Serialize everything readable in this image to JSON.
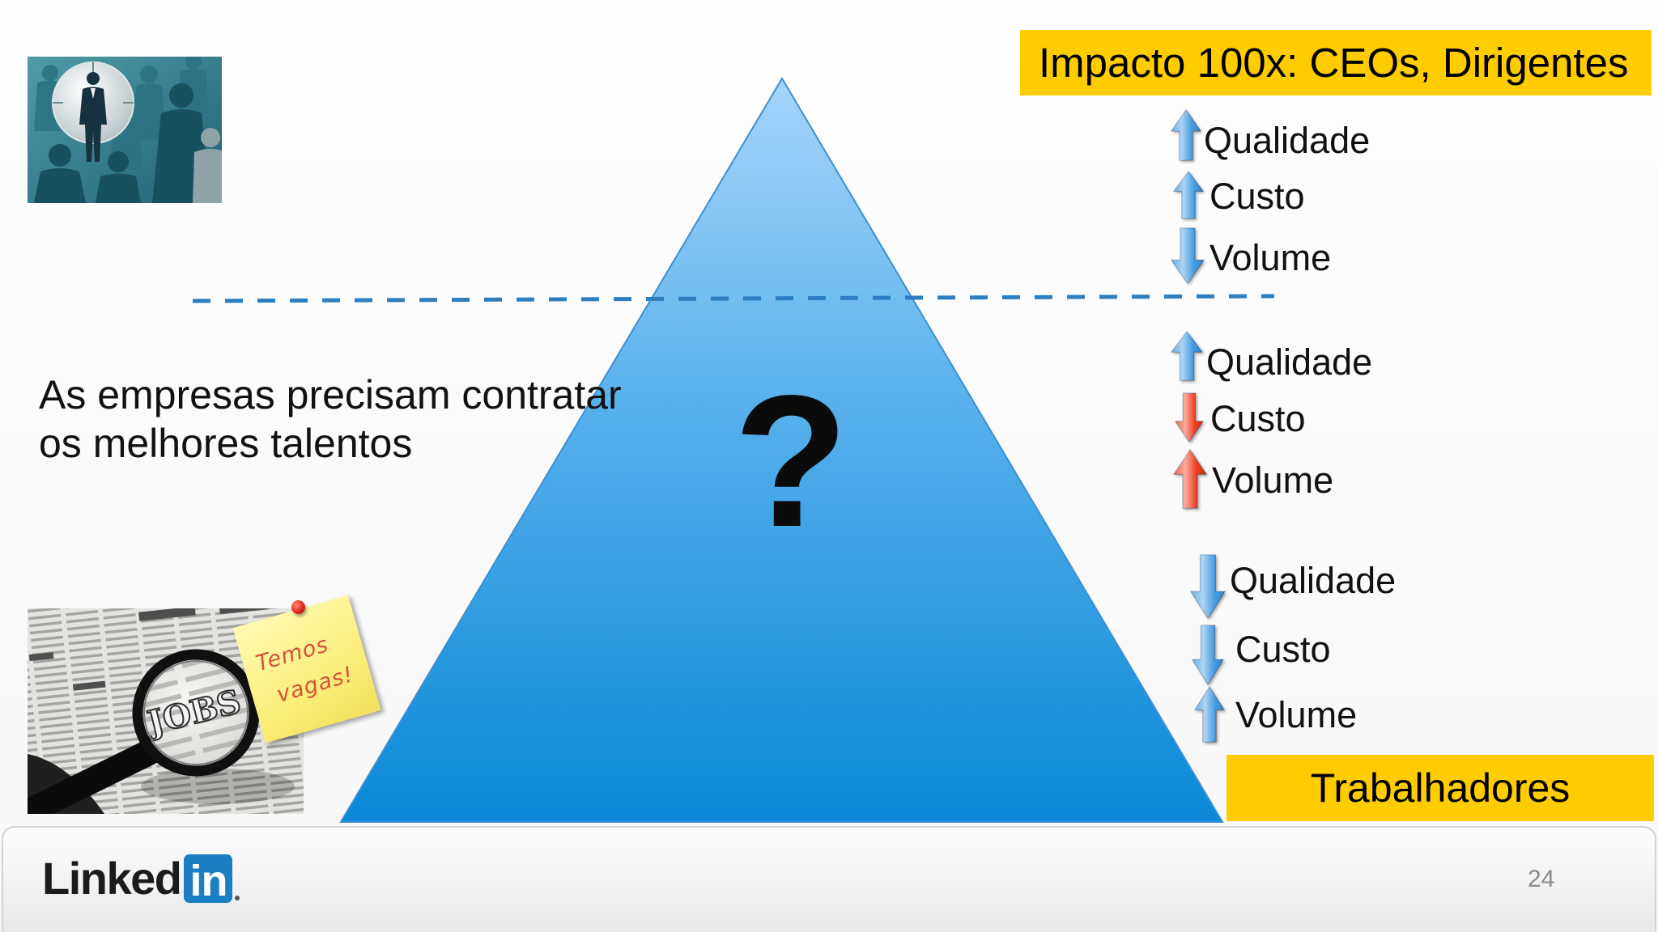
{
  "slide": {
    "headline": "Impacto 100x: CEOs, Dirigentes",
    "body_text": [
      "As empresas precisam contratar",
      "os melhores talentos"
    ],
    "pyramid_symbol": "?",
    "bottom_label": "Trabalhadores"
  },
  "indicators": {
    "top_group": [
      {
        "label": "Qualidade",
        "icon": "arrow-up-icon",
        "color": "#3493e0"
      },
      {
        "label": "Custo",
        "icon": "arrow-up-icon",
        "color": "#3493e0"
      },
      {
        "label": "Volume",
        "icon": "arrow-down-icon",
        "color": "#3493e0"
      }
    ],
    "middle_group": [
      {
        "label": "Qualidade",
        "icon": "arrow-up-icon",
        "color": "#3493e0"
      },
      {
        "label": "Custo",
        "icon": "arrow-down-icon",
        "color": "#ee2d0c"
      },
      {
        "label": "Volume",
        "icon": "arrow-up-icon",
        "color": "#ee2d0c"
      }
    ],
    "bottom_group": [
      {
        "label": "Qualidade",
        "icon": "arrow-down-icon",
        "color": "#3493e0"
      },
      {
        "label": "Custo",
        "icon": "arrow-down-icon",
        "color": "#3493e0"
      },
      {
        "label": "Volume",
        "icon": "arrow-up-icon",
        "color": "#3493e0"
      }
    ]
  },
  "images": {
    "lens_text": "JOBS",
    "sticky_note": [
      "Temos",
      "vagas!"
    ]
  },
  "footer": {
    "logo_text": "Linked",
    "logo_badge": "in",
    "page_number": "24"
  },
  "colors": {
    "highlight_yellow": "#ffcc00",
    "pyramid_top": "#a6d5fb",
    "pyramid_mid": "#56b0ec",
    "pyramid_bottom": "#0a88d7",
    "pyramid_outline": "#3d8fcf",
    "divider": "#2c7fc1",
    "linkedin_blue": "#1b7fc2"
  }
}
